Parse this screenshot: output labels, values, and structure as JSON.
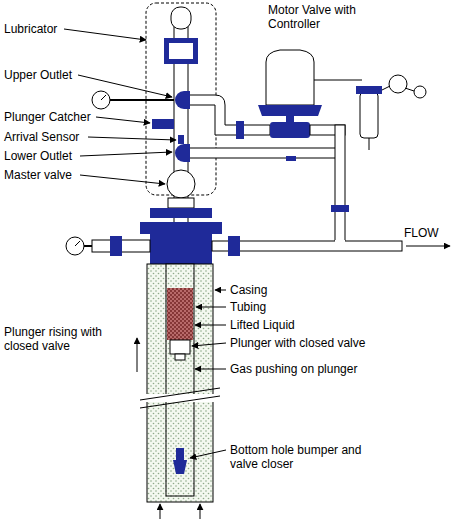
{
  "diagram": {
    "labels": [
      "Lubricator",
      "Upper Outlet",
      "Plunger Catcher",
      "Arrival Sensor",
      "Lower Outlet",
      "Master valve",
      "Motor Valve with Controller",
      "FLOW",
      "Casing",
      "Tubing",
      "Lifted Liquid",
      "Plunger with closed valve",
      "Gas pushing on plunger",
      "Plunger rising with closed valve",
      "Bottom hole bumper and valve closer"
    ]
  }
}
